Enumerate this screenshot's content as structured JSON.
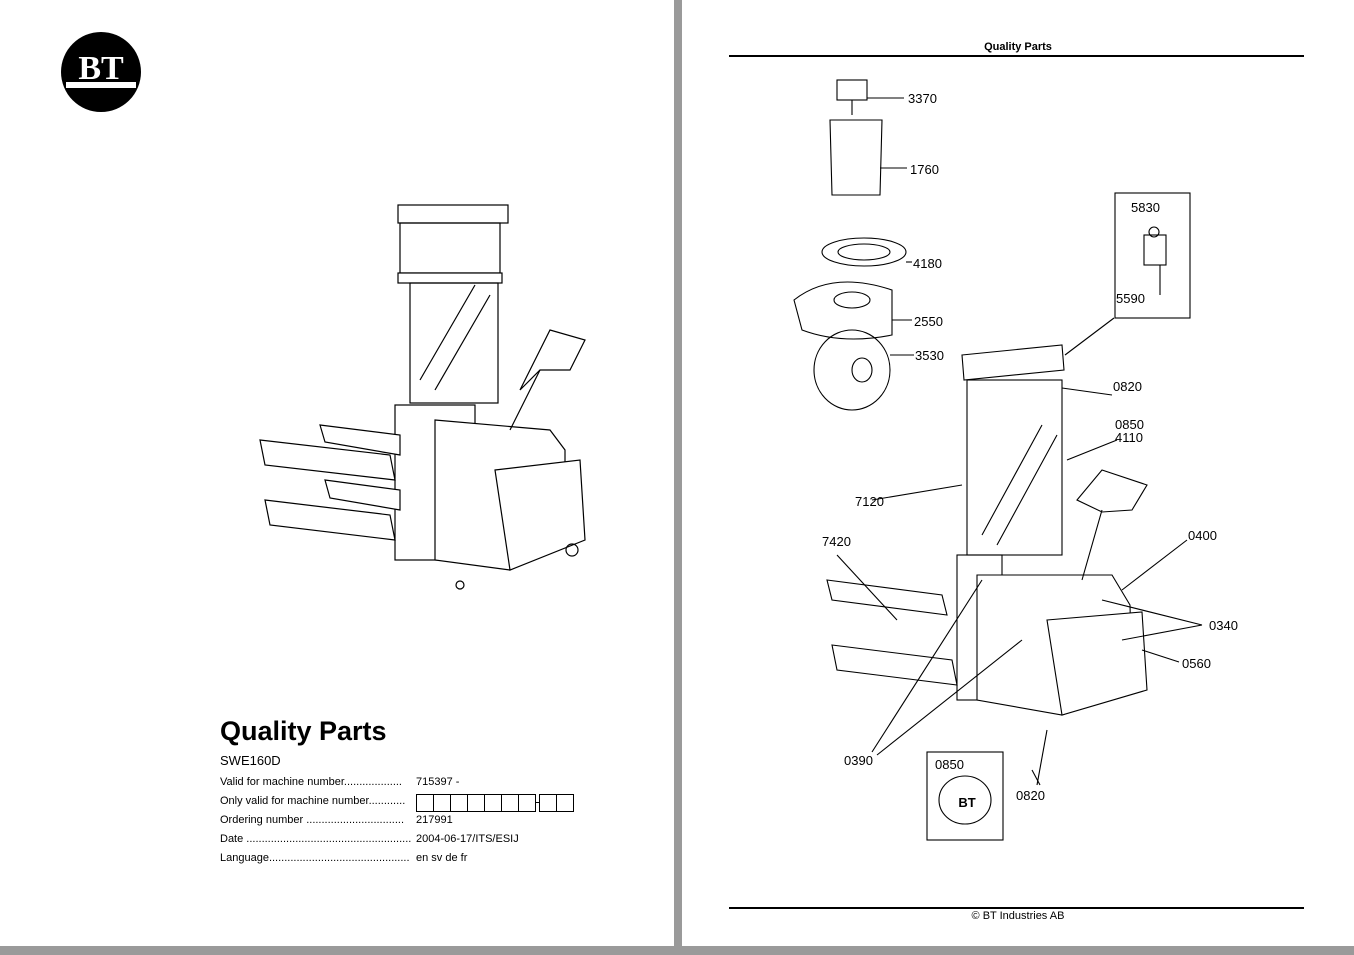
{
  "left_page": {
    "logo_text": "BT",
    "title": "Quality Parts",
    "model": "SWE160D",
    "info": [
      {
        "label": "Valid for machine number...................",
        "value": "715397 -"
      },
      {
        "label": "Only valid for machine number............",
        "value": ""
      },
      {
        "label": "Ordering number ................................",
        "value": "217991"
      },
      {
        "label": "Date ......................................................",
        "value": "2004-06-17/ITS/ESIJ"
      },
      {
        "label": "Language..............................................",
        "value": "en sv de fr"
      }
    ]
  },
  "right_page": {
    "header": "Quality Parts",
    "footer": "© BT Industries AB",
    "callouts": [
      "3370",
      "1760",
      "4180",
      "2550",
      "3530",
      "5830",
      "5590",
      "0820",
      "0850",
      "4110",
      "7120",
      "7420",
      "0400",
      "0340",
      "0560",
      "0390",
      "0850",
      "0820"
    ]
  }
}
